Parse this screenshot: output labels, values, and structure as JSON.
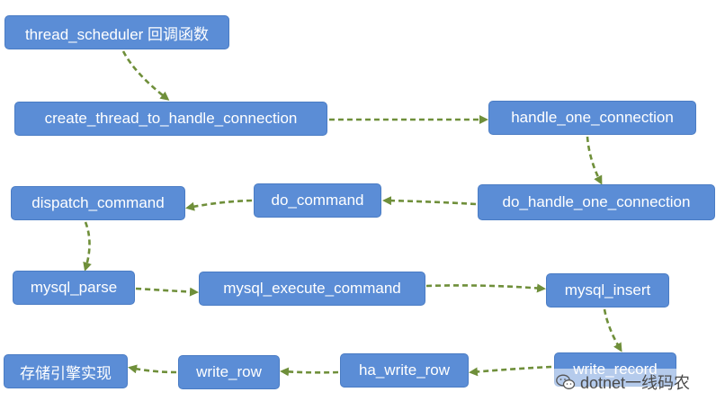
{
  "nodes": {
    "thread_scheduler": "thread_scheduler 回调函数",
    "create_thread": "create_thread_to_handle_connection",
    "handle_one_connection": "handle_one_connection",
    "do_handle_one_connection": "do_handle_one_connection",
    "do_command": "do_command",
    "dispatch_command": "dispatch_command",
    "mysql_parse": "mysql_parse",
    "mysql_execute_command": "mysql_execute_command",
    "mysql_insert": "mysql_insert",
    "write_record": "write_record",
    "ha_write_row": "ha_write_row",
    "write_row": "write_row",
    "storage_engine": "存储引擎实现"
  },
  "watermark": {
    "text": "dotnet一线码农",
    "icon": "wechat-icon"
  },
  "colors": {
    "node_fill": "#5b8dd6",
    "node_text": "#ffffff",
    "arrow": "#6f8f3a"
  }
}
